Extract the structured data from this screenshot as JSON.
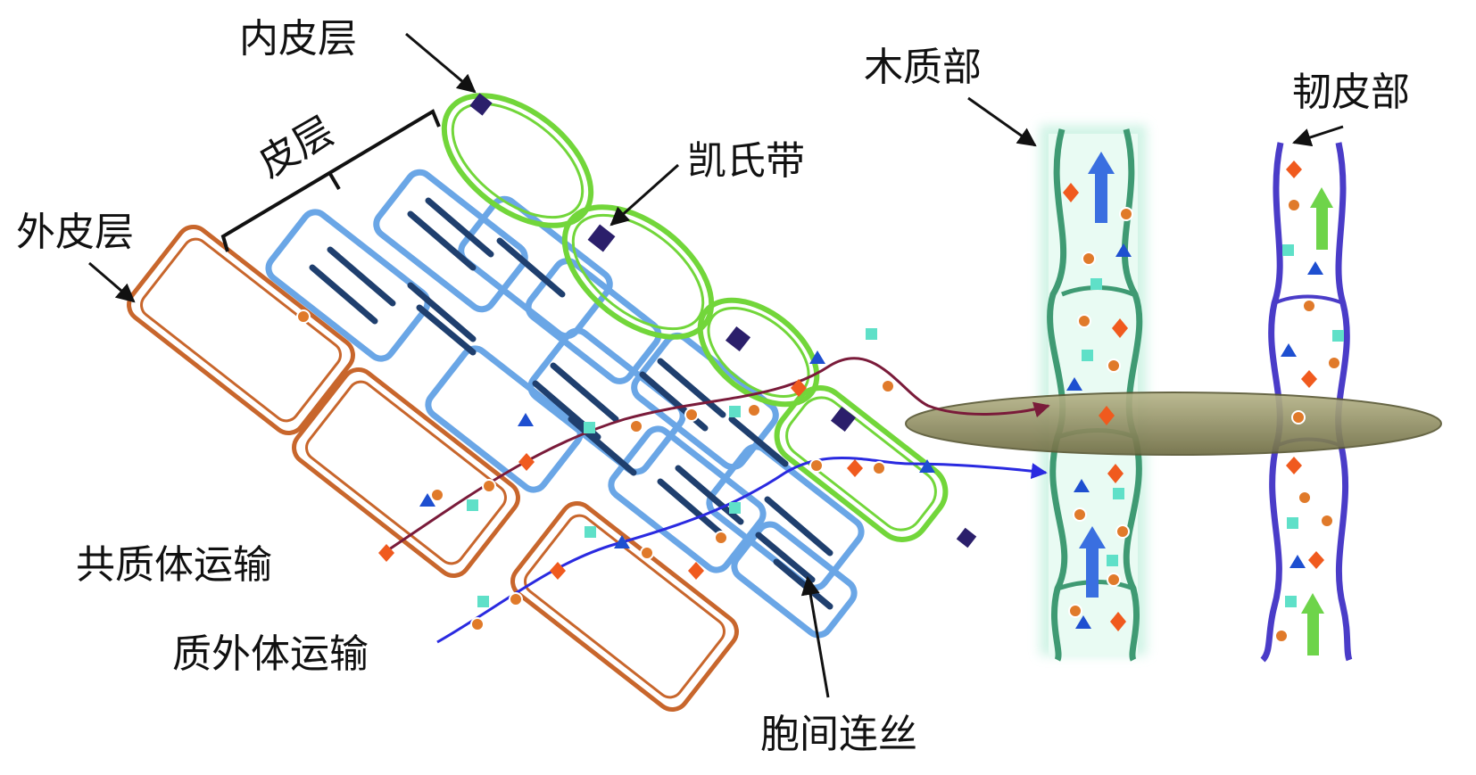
{
  "labels": {
    "endodermis": "内皮层",
    "cortex": "皮层",
    "casparian_strip": "凯氏带",
    "epidermis": "外皮层",
    "xylem": "木质部",
    "phloem": "韧皮部",
    "symplastic": "共质体运输",
    "apoplastic": "质外体运输",
    "plasmodesmata": "胞间连丝"
  },
  "colors": {
    "epidermis": "#c8662c",
    "cortex": "#6aa6e6",
    "cortex_dark": "#1f3f6e",
    "endodermis": "#72d63a",
    "casparian": "#2b1f6b",
    "xylem": "#3f9a73",
    "xylem_glow": "#c9f2e2",
    "phloem": "#4a3cc8",
    "pericycle_disc": "#8c8a5a",
    "symplastic_path": "#7a1b3a",
    "apoplastic_path": "#2a2ae0",
    "arrow_up_xylem": "#3a6fe0",
    "arrow_up_phloem": "#6ed44a",
    "ion_circle": "#e07a2a",
    "ion_diamond": "#f05a1e",
    "ion_triangle": "#1e4fd0",
    "ion_square": "#5fe0c8"
  },
  "icons": [
    "circle-ion-icon",
    "diamond-ion-icon",
    "triangle-ion-icon",
    "square-ion-icon",
    "arrow-up-icon"
  ]
}
